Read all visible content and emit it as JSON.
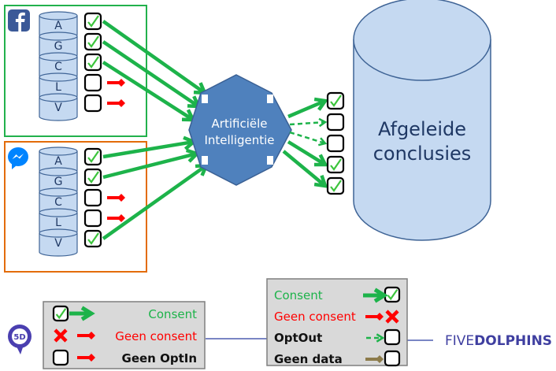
{
  "colors": {
    "consent_green": "#1db34a",
    "red": "#ff0000",
    "db_fill": "#c5d9f1",
    "db_stroke": "#3f6496",
    "ai_fill": "#4f81bd",
    "facebook_blue": "#3b5998",
    "messenger_blue": "#0084ff",
    "facebook_frame": "#22b14c",
    "messenger_frame": "#e36c09",
    "legend_bg": "#d9d9d9",
    "brand": "#3f3fa0",
    "olive": "#8c7b4a"
  },
  "sources": [
    {
      "name": "facebook",
      "icon": "facebook-icon",
      "segments": [
        {
          "label": "A",
          "consent": true
        },
        {
          "label": "G",
          "consent": true
        },
        {
          "label": "C",
          "consent": true
        },
        {
          "label": "L",
          "consent": false
        },
        {
          "label": "V",
          "consent": false
        }
      ]
    },
    {
      "name": "messenger",
      "icon": "messenger-icon",
      "segments": [
        {
          "label": "A",
          "consent": true
        },
        {
          "label": "G",
          "consent": true
        },
        {
          "label": "C",
          "consent": false
        },
        {
          "label": "L",
          "consent": false
        },
        {
          "label": "V",
          "consent": true
        }
      ]
    }
  ],
  "ai": {
    "line1": "Artificiële",
    "line2": "Intelligentie"
  },
  "outputs": [
    {
      "state": "checked",
      "arrow": "solid"
    },
    {
      "state": "empty",
      "arrow": "dashed"
    },
    {
      "state": "empty",
      "arrow": "dashed"
    },
    {
      "state": "checked",
      "arrow": "solid"
    },
    {
      "state": "checked",
      "arrow": "solid"
    }
  ],
  "conclusions": {
    "line1": "Afgeleide",
    "line2": "conclusies"
  },
  "legend_left": {
    "items": [
      {
        "symbol": "checked-box",
        "arrow": "green-arrow",
        "label": "Consent",
        "color": "#1db34a"
      },
      {
        "symbol": "red-x",
        "arrow": "red-diamond-arrow",
        "label": "Geen consent",
        "color": "#ff0000"
      },
      {
        "symbol": "empty-box",
        "arrow": "red-diamond-arrow",
        "label": "Geen OptIn",
        "color": "#111111"
      }
    ]
  },
  "legend_right": {
    "items": [
      {
        "label": "Consent",
        "arrow": "green-arrow",
        "symbol": "checked-box",
        "color": "#1db34a"
      },
      {
        "label": "Geen consent",
        "arrow": "red-diamond-arrow",
        "symbol": "red-x",
        "color": "#ff0000"
      },
      {
        "label": "OptOut",
        "arrow": "green-dashed-arrow",
        "symbol": "empty-box",
        "color": "#111111"
      },
      {
        "label": "Geen data",
        "arrow": "olive-diamond-arrow",
        "symbol": "empty-box",
        "color": "#111111"
      }
    ]
  },
  "brand": {
    "light": "FIVE",
    "bold": "DOLPHINS",
    "logo_text": "5D"
  }
}
